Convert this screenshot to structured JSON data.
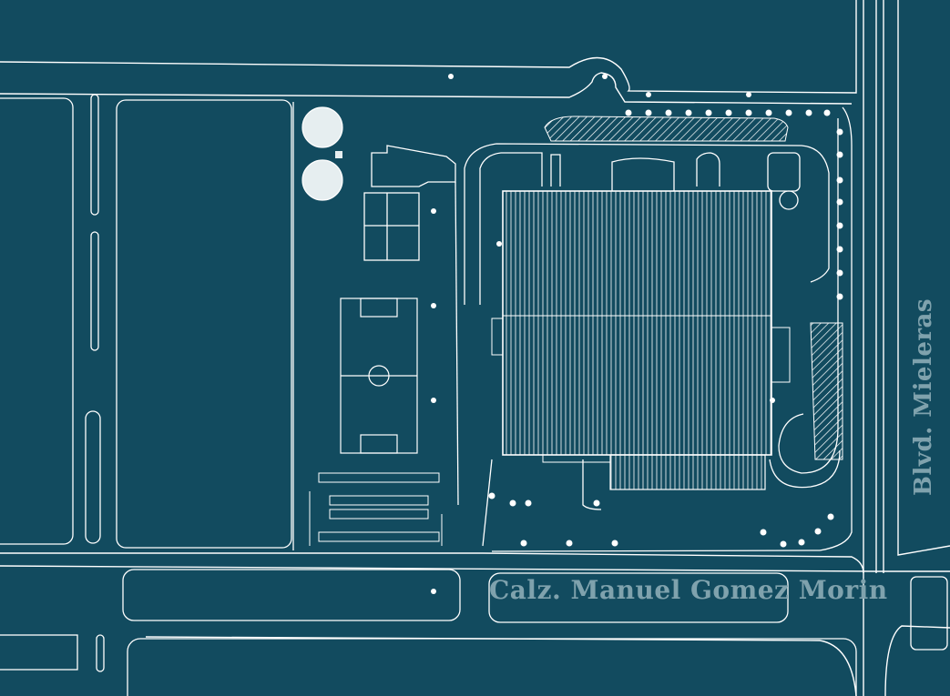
{
  "map": {
    "background_color": "#124b5f",
    "line_color": "#ffffff",
    "label_color": "#7fa2ad",
    "streets": {
      "south": "Calz. Manuel Gomez Morin",
      "east": "Blvd. Mieleras"
    },
    "features": {
      "water_tanks": 2,
      "soccer_field": 1,
      "main_building": 1,
      "parking_lot": 1
    }
  }
}
